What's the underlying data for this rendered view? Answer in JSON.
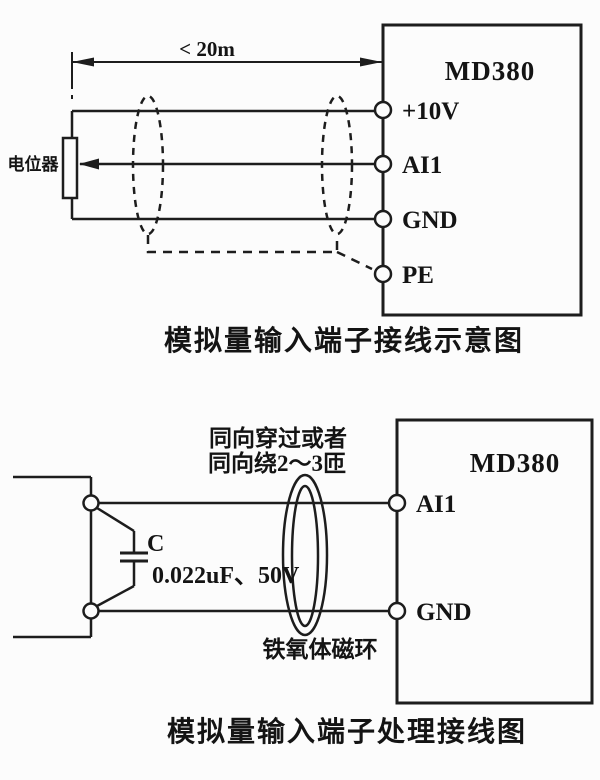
{
  "page": {
    "background": "#fcfcfc",
    "line_color": "#1d1d1d",
    "text_color": "#141414"
  },
  "top_diagram": {
    "device_label": "MD380",
    "terminals": [
      "+10V",
      "AI1",
      "GND",
      "PE"
    ],
    "potentiometer_label": "电位器",
    "cable_length_label": "< 20m",
    "caption": "模拟量输入端子接线示意图"
  },
  "bottom_diagram": {
    "device_label": "MD380",
    "terminals": [
      "AI1",
      "GND"
    ],
    "capacitor_name": "C",
    "capacitor_spec": "0.022uF、50V",
    "ferrite_note_line1": "同向穿过或者",
    "ferrite_note_line2": "同向绕2～3匝",
    "ferrite_label": "铁氧体磁环",
    "caption": "模拟量输入端子处理接线图"
  }
}
